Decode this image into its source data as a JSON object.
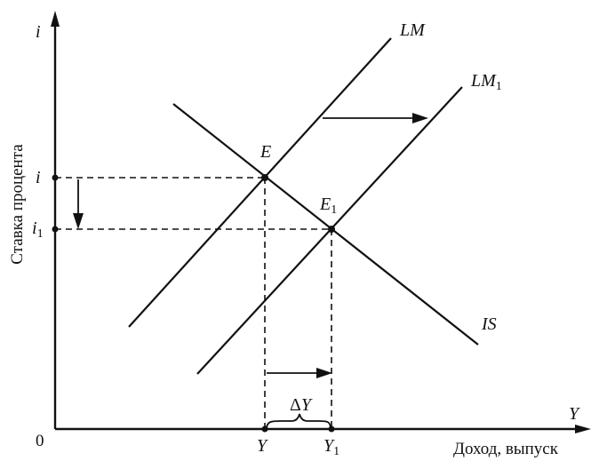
{
  "axes": {
    "y_axis_symbol": "i",
    "y_axis_title": "Ставка процента",
    "x_axis_symbol": "Y",
    "x_axis_title": "Доход, выпуск",
    "origin": "0"
  },
  "curves": {
    "lm": "LM",
    "lm1_base": "LM",
    "lm1_sub": "1",
    "is": "IS"
  },
  "points": {
    "e": "E",
    "e1_base": "E",
    "e1_sub": "1"
  },
  "ticks": {
    "i": "i",
    "i1_base": "i",
    "i1_sub": "1",
    "y": "Y",
    "y1_base": "Y",
    "y1_sub": "1"
  },
  "delta": {
    "symbol": "Δ",
    "var": "Y"
  }
}
